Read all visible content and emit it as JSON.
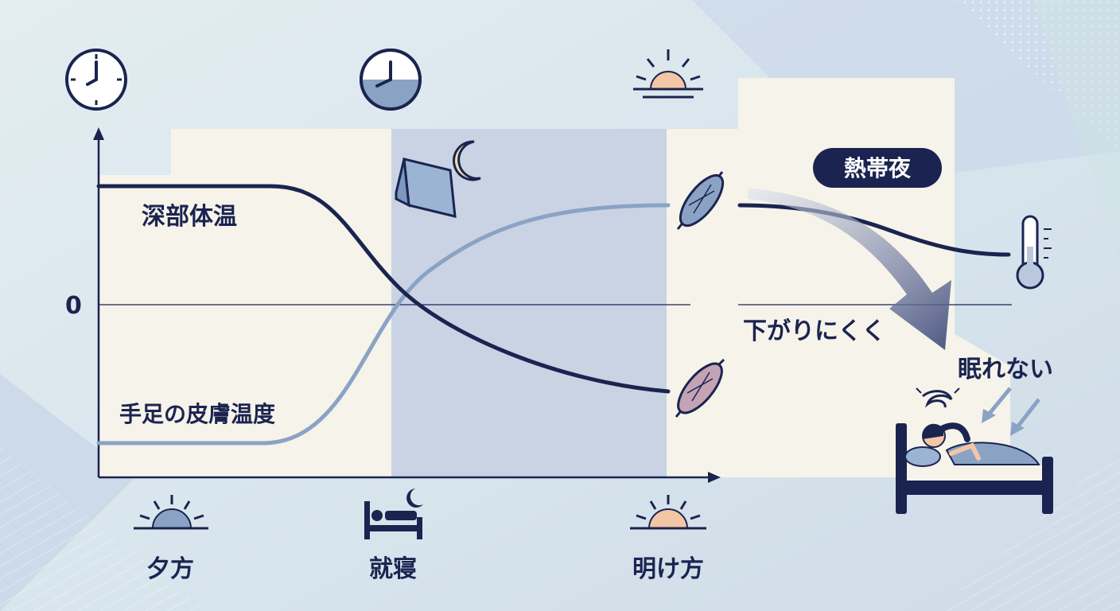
{
  "diagram": {
    "axis": {
      "zero_label": "0"
    },
    "curves": {
      "core_label": "深部体温",
      "skin_label": "手足の皮膚温度"
    },
    "time_labels": {
      "evening": "夕方",
      "bedtime": "就寝",
      "dawn": "明け方"
    },
    "tropical": {
      "badge": "熱帯夜",
      "hard_to_drop": "下がりにくく",
      "cant_sleep": "眠れない"
    },
    "colors": {
      "navy": "#1b2450",
      "skin_curve": "#8aa3c4",
      "sleep_band": "#c9d3e4",
      "panel": "#f6f3ea",
      "sun": "#f3c6a6",
      "thermo": "#b9c8de"
    },
    "icons": [
      "clock-icon",
      "clock-shaded-icon",
      "sunrise-icon",
      "blanket-moon-icon",
      "muscle-tense-icon",
      "muscle-relaxed-icon",
      "thermometer-icon",
      "sunset-icon",
      "bed-moon-icon",
      "sunrise-icon",
      "down-arrow",
      "sleepless-person-icon"
    ]
  }
}
